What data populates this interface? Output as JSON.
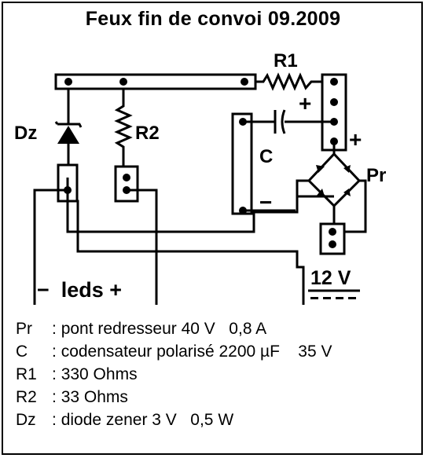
{
  "title": "Feux fin de convoi 09.2009",
  "schematic": {
    "labels": {
      "r1": "R1",
      "r2": "R2",
      "dz": "Dz",
      "c": "C",
      "pr": "Pr",
      "c_plus": "+",
      "out_plus": "+",
      "out_minus": "−",
      "leds": "−  leds +",
      "supply": "12 V"
    }
  },
  "legend": [
    {
      "key": "Pr",
      "sep": ":",
      "text": "pont redresseur 40 V   0,8 A"
    },
    {
      "key": "C",
      "sep": ":",
      "text": "codensateur polarisé 2200 µF    35 V"
    },
    {
      "key": "R1",
      "sep": ":",
      "text": "330 Ohms"
    },
    {
      "key": "R2",
      "sep": ":",
      "text": "33 Ohms"
    },
    {
      "key": "Dz",
      "sep": ":",
      "text": "diode zener 3 V   0,5 W"
    }
  ]
}
